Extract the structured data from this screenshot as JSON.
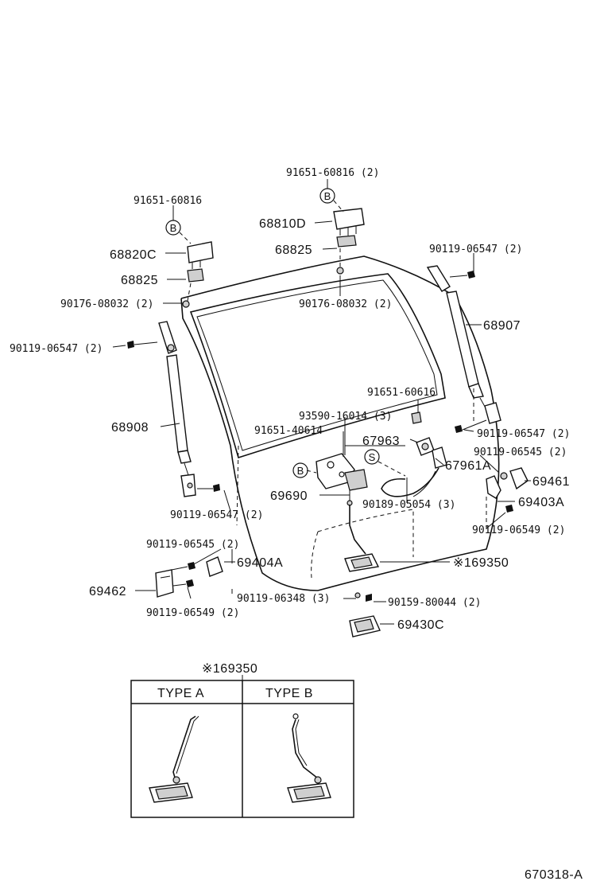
{
  "labels": {
    "p91651_60816_2": "91651-60816 (2)",
    "p91651_60816": "91651-60816",
    "p68810D": "68810D",
    "p68820C": "68820C",
    "p68825_a": "68825",
    "p68825_b": "68825",
    "p90119_06547_tr": "90119-06547 (2)",
    "p90176_08032_l": "90176-08032 (2)",
    "p90176_08032_r": "90176-08032 (2)",
    "p68907": "68907",
    "p90119_06547_l": "90119-06547 (2)",
    "p91651_60616": "91651-60616",
    "p93590_16014": "93590-16014 (3)",
    "p91651_40614": "91651-40614",
    "p67963": "67963",
    "p68908": "68908",
    "p90119_06547_rm": "90119-06547 (2)",
    "p90119_06545_r": "90119-06545 (2)",
    "p67961A": "67961A",
    "p69461": "69461",
    "p69690": "69690",
    "p69403A": "69403A",
    "p90189_05054": "90189-05054 (3)",
    "p90119_06547_bl": "90119-06547 (2)",
    "p90119_06549_r": "90119-06549 (2)",
    "p90119_06545_l": "90119-06545 (2)",
    "p169350": "※169350",
    "p69404A": "69404A",
    "p69462": "69462",
    "p90119_06348": "90119-06348 (3)",
    "p90159_80044": "90159-80044 (2)",
    "p90119_06549_l": "90119-06549 (2)",
    "p69430C": "69430C"
  },
  "callouts": {
    "b_top_right": "B",
    "b_top_left": "B",
    "b_lock": "B",
    "s_lock": "S"
  },
  "inset": {
    "title": "※169350",
    "type_a": "TYPE  A",
    "type_b": "TYPE  B"
  },
  "footer_code": "670318-A"
}
